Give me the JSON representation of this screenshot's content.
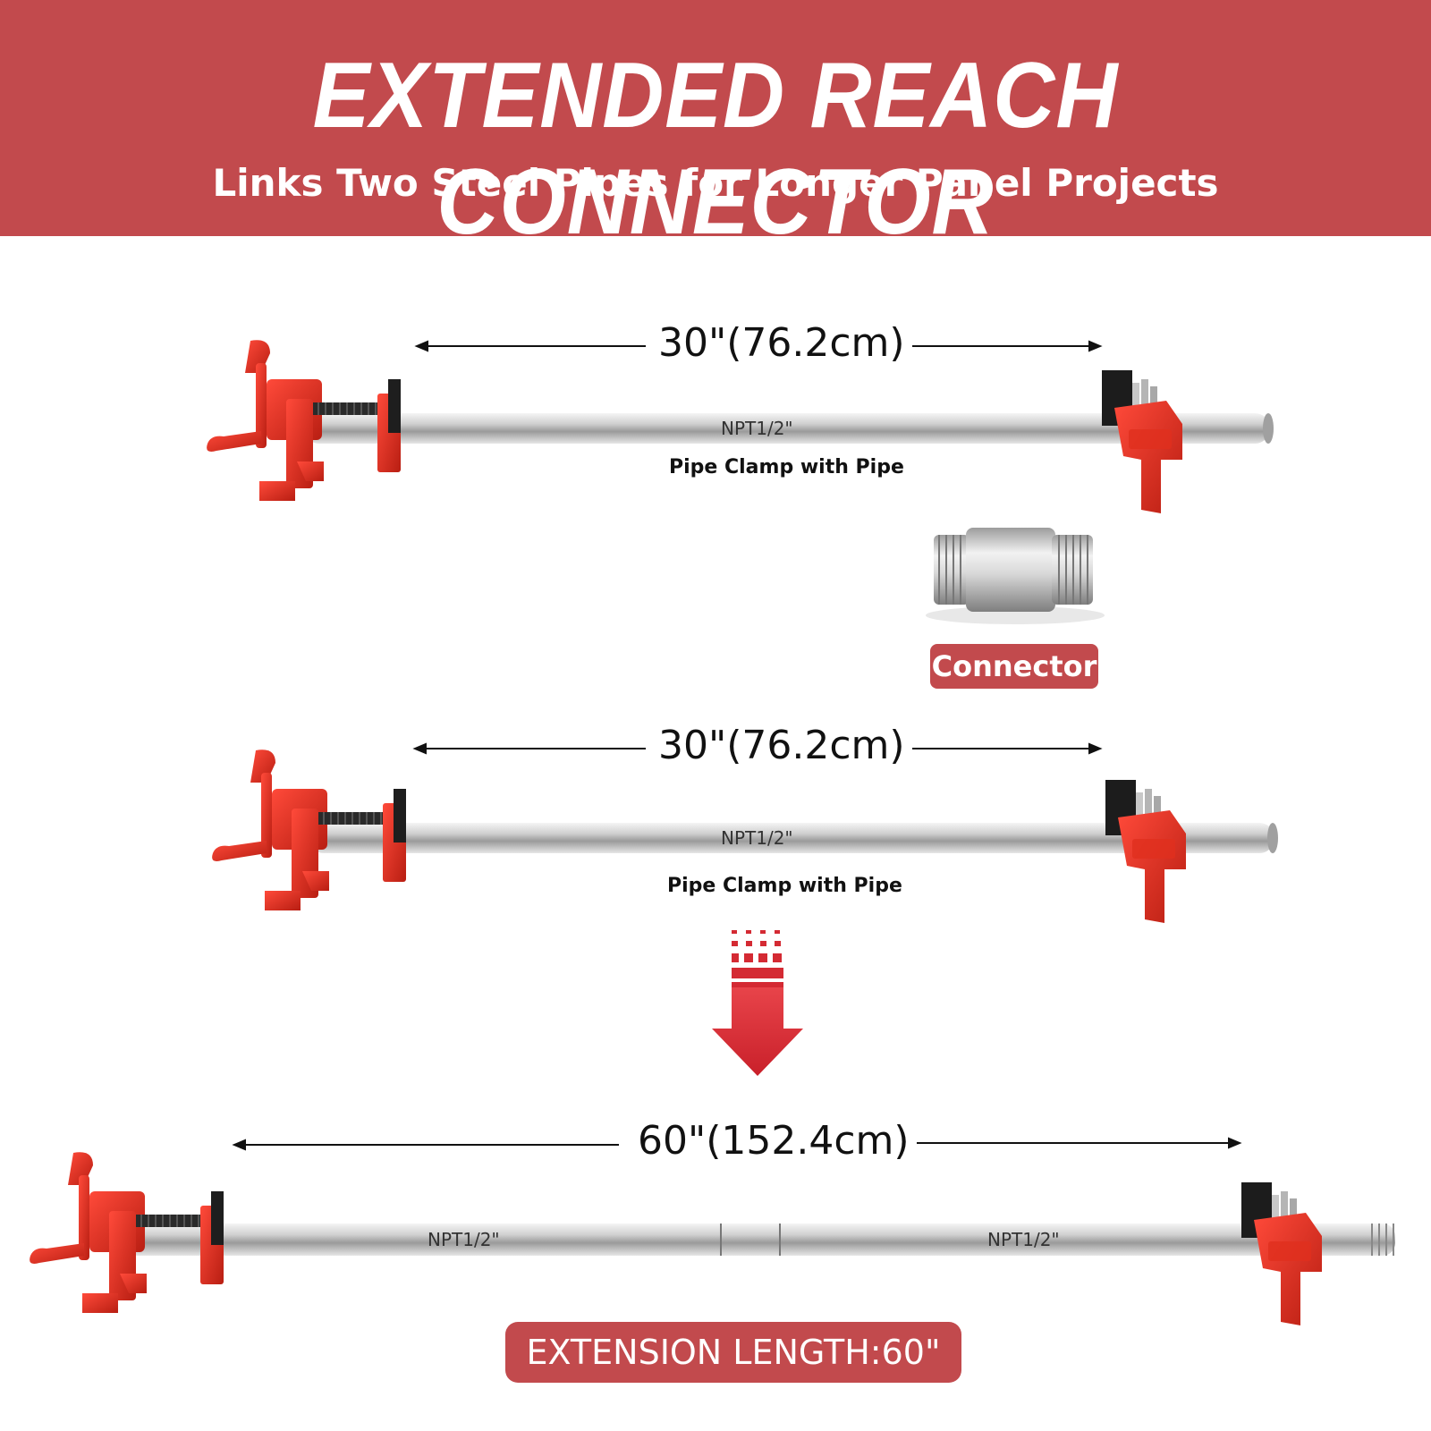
{
  "banner": {
    "title": "EXTENDED REACH CONNECTOR",
    "subtitle": "Links Two Steel Pipes for Longer Panel Projects",
    "color": "#c24a4d"
  },
  "clamp_top": {
    "dimension": "30\"(76.2cm)",
    "pipe_marking": "NPT1/2\"",
    "caption": "Pipe Clamp with Pipe"
  },
  "connector": {
    "label": "Connector"
  },
  "clamp_middle": {
    "dimension": "30\"(76.2cm)",
    "pipe_marking": "NPT1/2\"",
    "caption": "Pipe Clamp with Pipe"
  },
  "arrow": {
    "icon": "down-arrow-icon",
    "color": "#d42a33"
  },
  "clamp_bottom": {
    "dimension": "60\"(152.4cm)",
    "pipe_marking_left": "NPT1/2\"",
    "pipe_marking_right": "NPT1/2\""
  },
  "extension": {
    "label": "EXTENSION LENGTH:60\""
  },
  "colors": {
    "clamp_red": "#e0301e",
    "pipe_steel": "#c8c8c8"
  }
}
